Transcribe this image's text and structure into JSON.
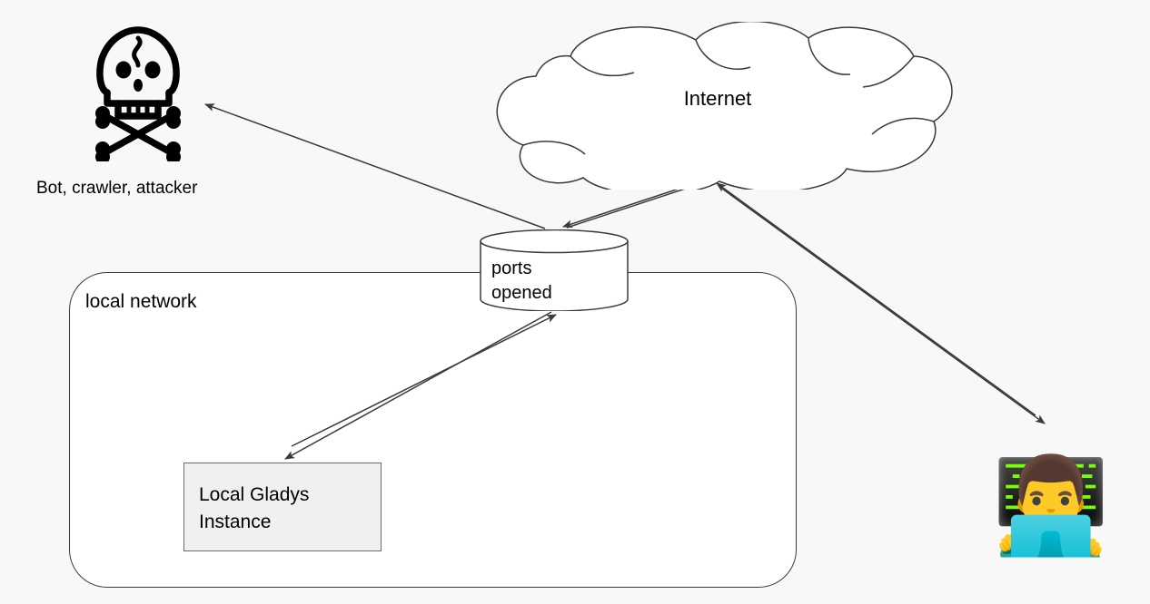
{
  "diagram": {
    "title": "Ports opened network exposure diagram",
    "background_color": "#f8f8f8",
    "stroke_color": "#3a3a3a",
    "nodes": {
      "attacker": {
        "icon": "skull-and-crossbones-icon",
        "label": "Bot, crawler, attacker"
      },
      "internet": {
        "icon": "cloud-icon",
        "label": "Internet"
      },
      "ports": {
        "icon": "cylinder-icon",
        "label": "ports\nopened"
      },
      "local_network": {
        "label": "local network",
        "fill": "#ffffff"
      },
      "gladys": {
        "label": "Local Gladys\nInstance",
        "fill": "#f0f0f0",
        "border": "#6b6b6b"
      },
      "user": {
        "icon": "man-technologist-emoji",
        "glyph": "👨‍💻"
      }
    },
    "edges": [
      {
        "name": "ports-to-attacker",
        "from": "ports",
        "to": "attacker"
      },
      {
        "name": "ports-to-internet",
        "from": "ports",
        "to": "internet"
      },
      {
        "name": "internet-to-ports",
        "from": "internet",
        "to": "ports"
      },
      {
        "name": "user-to-internet",
        "from": "user",
        "to": "internet"
      },
      {
        "name": "internet-to-user",
        "from": "internet",
        "to": "user"
      },
      {
        "name": "ports-to-gladys",
        "from": "ports",
        "to": "gladys"
      },
      {
        "name": "gladys-to-ports",
        "from": "gladys",
        "to": "ports"
      }
    ]
  }
}
